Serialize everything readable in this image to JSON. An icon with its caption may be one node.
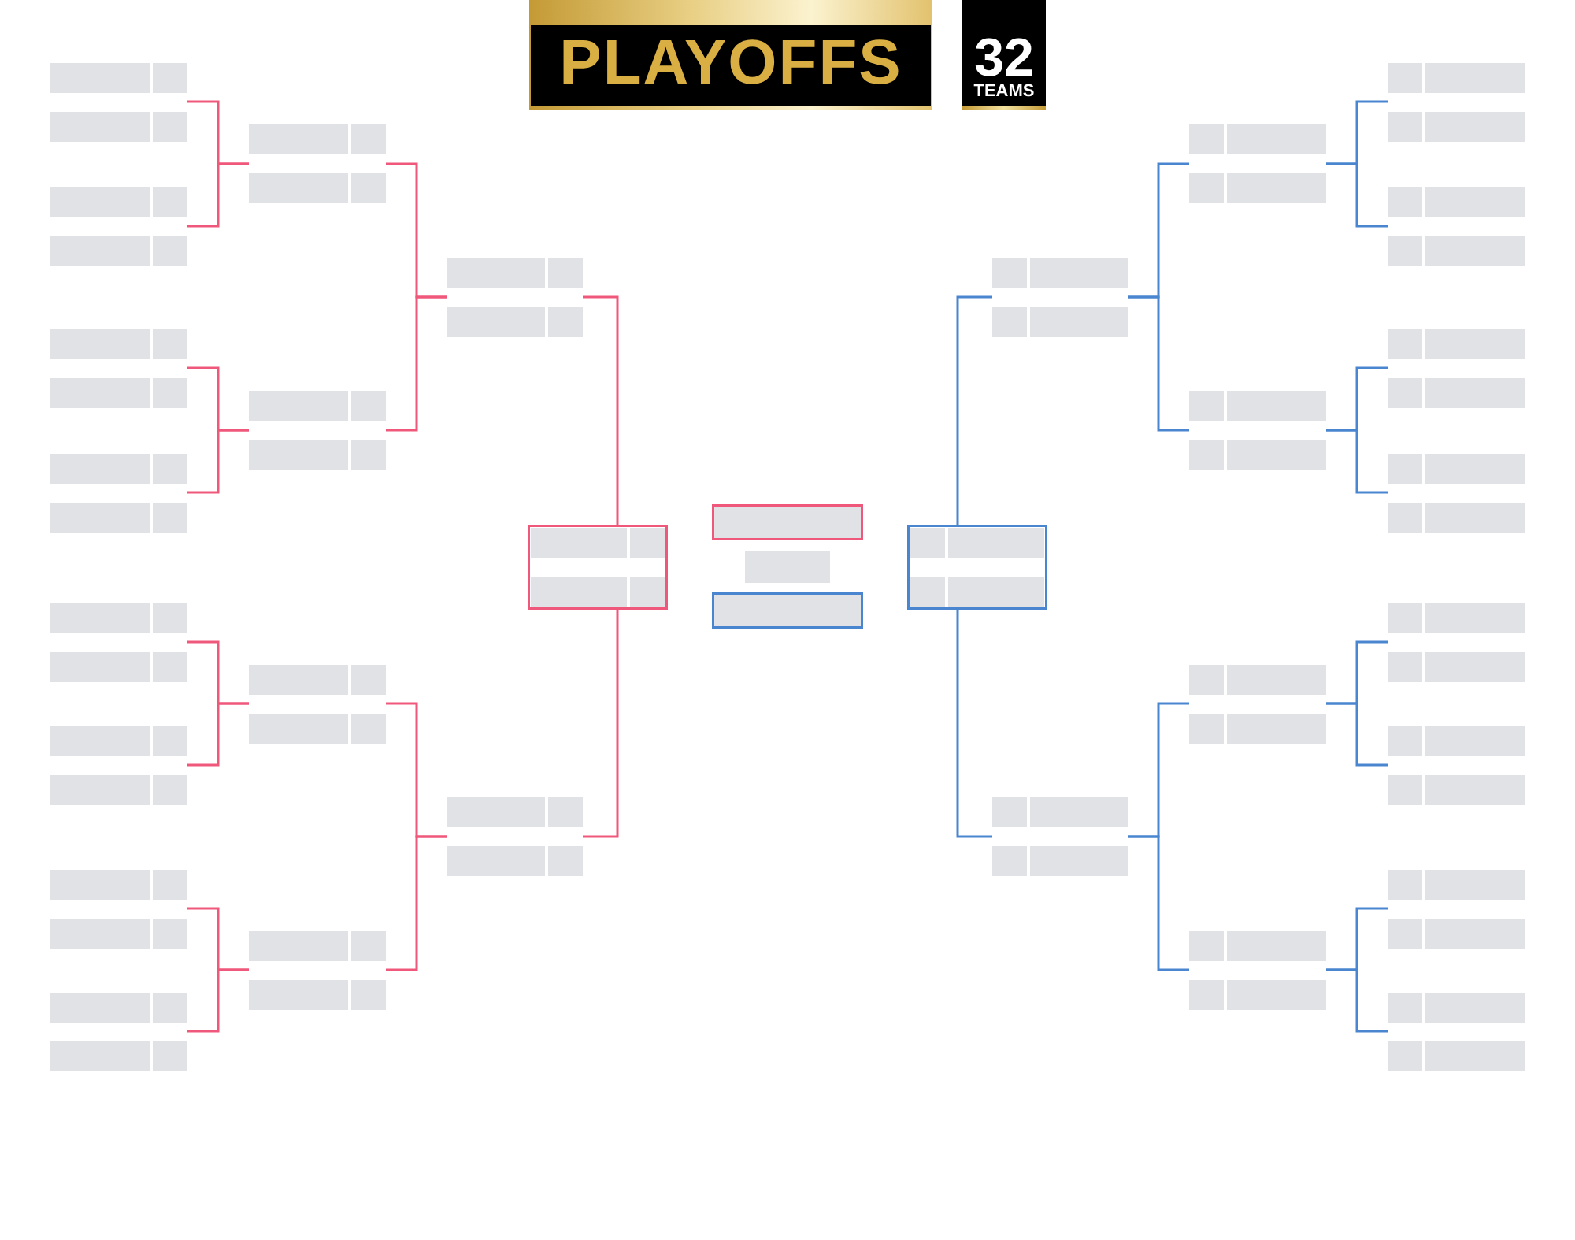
{
  "diagram": {
    "title": "PLAYOFFS",
    "nodes": [
      {
        "text": [],
        "shape": "box"
      },
      {
        "text": [],
        "shape": "bar",
        "in": 0
      },
      {
        "text": [],
        "shape": "bar",
        "in": 0
      },
      {
        "text": [],
        "shape": "box"
      },
      {
        "text": [],
        "shape": "bar",
        "in": 3
      },
      {
        "text": [],
        "shape": "bar",
        "in": 3
      },
      {
        "text": [],
        "shape": "box"
      },
      {
        "text": [],
        "shape": "bar",
        "in": 6
      },
      {
        "text": [],
        "shape": "bar",
        "in": 6
      },
      {
        "text": [],
        "shape": "box"
      },
      {
        "text": [],
        "shape": "bar",
        "in": 9
      },
      {
        "text": [],
        "shape": "bar",
        "in": 9
      },
      {
        "text": [],
        "shape": "box"
      },
      {
        "text": [],
        "shape": "bar",
        "in": 12
      },
      {
        "text": [],
        "shape": "bar",
        "in": 12
      },
      {
        "text": [],
        "shape": "box"
      },
      {
        "text": [],
        "shape": "bar",
        "in": 15
      },
      {
        "text": [],
        "shape": "bar",
        "in": 15
      },
      {
        "text": [],
        "shape": "box"
      },
      {
        "text": [],
        "shape": "bar",
        "in": 18
      },
      {
        "text": [],
        "shape": "bar",
        "in": 18
      },
      {
        "text": [],
        "shape": "box"
      },
      {
        "text": [],
        "shape": "bar",
        "in": 21
      },
      {
        "text": [],
        "shape": "bar",
        "in": 21
      },
      {
        "text": [],
        "shape": "box"
      },
      {
        "text": [],
        "shape": "bar",
        "in": 24
      },
      {
        "text": [],
        "shape": "bar",
        "in": 24
      },
      {
        "text": [],
        "shape": "box"
      },
      {
        "text": [],
        "shape": "bar",
        "in": 27
      },
      {
        "text": [],
        "shape": "bar",
        "in": 27
      },
      {
        "text": [],
        "shape": "box"
      },
      {
        "text": [],
        "shape": "bar",
        "in": 30
      },
      {
        "text": [],
        "shape": "bar",
        "in": 30
      },
      {
        "text": [],
        "shape": "box"
      },
      {
        "text": [],
        "shape": "bar",
        "in": 33
      },
      {
        "text": [],
        "shape": "bar",
        "in": 33
      },
      {
        "text": [],
        "shape": "box"
      },
      {
        "text": [],
        "shape": "bar",
        "in": 36
      },
      {
        "text": [],
        "shape": "bar",
        "in": 36
      },
      {
        "text": [],
        "shape": "box"
      },
      {
        "text": [],
        "shape": "bar",
        "in": 39
      },
      {
        "text": [],
        "shape": "bar",
        "in": 39
      },
      {
        "text": [],
        "shape": "box"
      },
      {
        "text": [],
        "shape": "bar",
        "in": 42
      },
      {
        "text": [],
        "shape": "bar",
        "in": 42
      },
      {
        "text": [],
        "shape": "box"
      },
      {
        "text": [],
        "shape": "box"
      },
      {
        "text": [],
        "shape": "box"
      },
      {
        "text": [],
        "shape": "box"
      },
      {
        "text": [],
        "shape": "bar",
        "in": 48
      },
      {
        "text": [],
        "shape": "bar",
        "in": 48
      },
      {
        "text": [],
        "shape": "box"
      },
      {
        "text": [],
        "shape": "bar",
        "in": 51
      },
      {
        "text": [],
        "shape": "bar",
        "in": 51
      },
      {
        "text": [],
        "shape": "box"
      },
      {
        "text": [],
        "shape": "bar",
        "in": 54
      },
      {
        "text": [],
        "shape": "bar",
        "in": 54
      },
      {
        "text": [],
        "shape": "box"
      },
      {
        "text": [],
        "shape": "bar",
        "in": 57
      },
      {
        "text": [],
        "shape": "bar",
        "in": 57
      },
      {
        "text": [],
        "shape": "box"
      },
      {
        "text": [],
        "shape": "bar",
        "in": 60
      },
      {
        "text": [],
        "shape": "bar",
        "in": 60
      },
      {
        "text": [],
        "shape": "box"
      },
      {
        "text": [],
        "shape": "bar",
        "in": 63
      },
      {
        "text": [],
        "shape": "bar",
        "in": 63
      },
      {
        "text": [],
        "shape": "box"
      },
      {
        "text": [],
        "shape": "bar",
        "in": 66
      },
      {
        "text": [],
        "shape": "bar",
        "in": 66
      },
      {
        "text": [],
        "shape": "box"
      },
      {
        "text": [],
        "shape": "bar",
        "in": 69
      },
      {
        "text": [],
        "shape": "bar",
        "in": 69
      },
      {
        "text": [],
        "shape": "box"
      },
      {
        "text": [],
        "shape": "bar",
        "in": 72
      },
      {
        "text": [],
        "shape": "bar",
        "in": 72
      },
      {
        "text": [],
        "shape": "box"
      },
      {
        "text": [],
        "shape": "bar",
        "in": 75
      },
      {
        "text": [],
        "shape": "bar",
        "in": 75
      },
      {
        "text": [],
        "shape": "box"
      },
      {
        "text": [],
        "shape": "bar",
        "in": 78
      },
      {
        "text": [],
        "shape": "bar",
        "in": 78
      },
      {
        "text": [],
        "shape": "box"
      },
      {
        "text": [],
        "shape": "bar",
        "in": 81
      },
      {
        "text": [],
        "shape": "bar",
        "in": 81
      },
      {
        "text": [],
        "shape": "box"
      },
      {
        "text": [],
        "shape": "bar",
        "in": 84
      },
      {
        "text": [],
        "shape": "bar",
        "in": 84
      },
      {
        "text": [],
        "shape": "box"
      },
      {
        "text": [],
        "shape": "bar",
        "in": 87
      },
      {
        "text": [],
        "shape": "bar",
        "in": 87
      },
      {
        "text": [],
        "shape": "box"
      },
      {
        "text": [],
        "shape": "bar",
        "in": 90
      },
      {
        "text": [],
        "shape": "bar",
        "in": 90
      }
    ],
    "edges": [
      {
        "from": 0,
        "to": 24,
        "arrow": "none",
        "color": "#f0587b"
      },
      {
        "from": 3,
        "to": 24,
        "arrow": "none",
        "color": "#f0587b"
      },
      {
        "from": 6,
        "to": 27,
        "arrow": "none",
        "color": "#f0587b"
      },
      {
        "from": 9,
        "to": 27,
        "arrow": "none",
        "color": "#f0587b"
      },
      {
        "from": 12,
        "to": 30,
        "arrow": "none",
        "color": "#f0587b"
      },
      {
        "from": 15,
        "to": 30,
        "arrow": "none",
        "color": "#f0587b"
      },
      {
        "from": 18,
        "to": 33,
        "arrow": "none",
        "color": "#f0587b"
      },
      {
        "from": 21,
        "to": 33,
        "arrow": "none",
        "color": "#f0587b"
      },
      {
        "from": 24,
        "to": 36,
        "arrow": "none",
        "color": "#f0587b"
      },
      {
        "from": 27,
        "to": 36,
        "arrow": "none",
        "color": "#f0587b"
      },
      {
        "from": 30,
        "to": 39,
        "arrow": "none",
        "color": "#f0587b"
      },
      {
        "from": 33,
        "to": 39,
        "arrow": "none",
        "color": "#f0587b"
      },
      {
        "from": 36,
        "to": 42,
        "arrow": "none",
        "color": "#f0587b"
      },
      {
        "from": 39,
        "to": 42,
        "arrow": "none",
        "color": "#f0587b"
      },
      {
        "from": 69,
        "to": 57,
        "arrow": "none",
        "color": "#4a86d0"
      },
      {
        "from": 72,
        "to": 57,
        "arrow": "none",
        "color": "#4a86d0"
      },
      {
        "from": 75,
        "to": 60,
        "arrow": "none",
        "color": "#4a86d0"
      },
      {
        "from": 78,
        "to": 60,
        "arrow": "none",
        "color": "#4a86d0"
      },
      {
        "from": 81,
        "to": 63,
        "arrow": "none",
        "color": "#4a86d0"
      },
      {
        "from": 84,
        "to": 63,
        "arrow": "none",
        "color": "#4a86d0"
      },
      {
        "from": 87,
        "to": 66,
        "arrow": "none",
        "color": "#4a86d0"
      },
      {
        "from": 90,
        "to": 66,
        "arrow": "none",
        "color": "#4a86d0"
      },
      {
        "from": 57,
        "to": 51,
        "arrow": "none",
        "color": "#4a86d0"
      },
      {
        "from": 60,
        "to": 51,
        "arrow": "none",
        "color": "#4a86d0"
      },
      {
        "from": 63,
        "to": 54,
        "arrow": "none",
        "color": "#4a86d0"
      },
      {
        "from": 66,
        "to": 54,
        "arrow": "none",
        "color": "#4a86d0"
      },
      {
        "from": 51,
        "to": 48,
        "arrow": "none",
        "color": "#4a86d0"
      },
      {
        "from": 54,
        "to": 48,
        "arrow": "none",
        "color": "#4a86d0"
      }
    ],
    "labels": [
      "32",
      "TEAMS"
    ]
  }
}
